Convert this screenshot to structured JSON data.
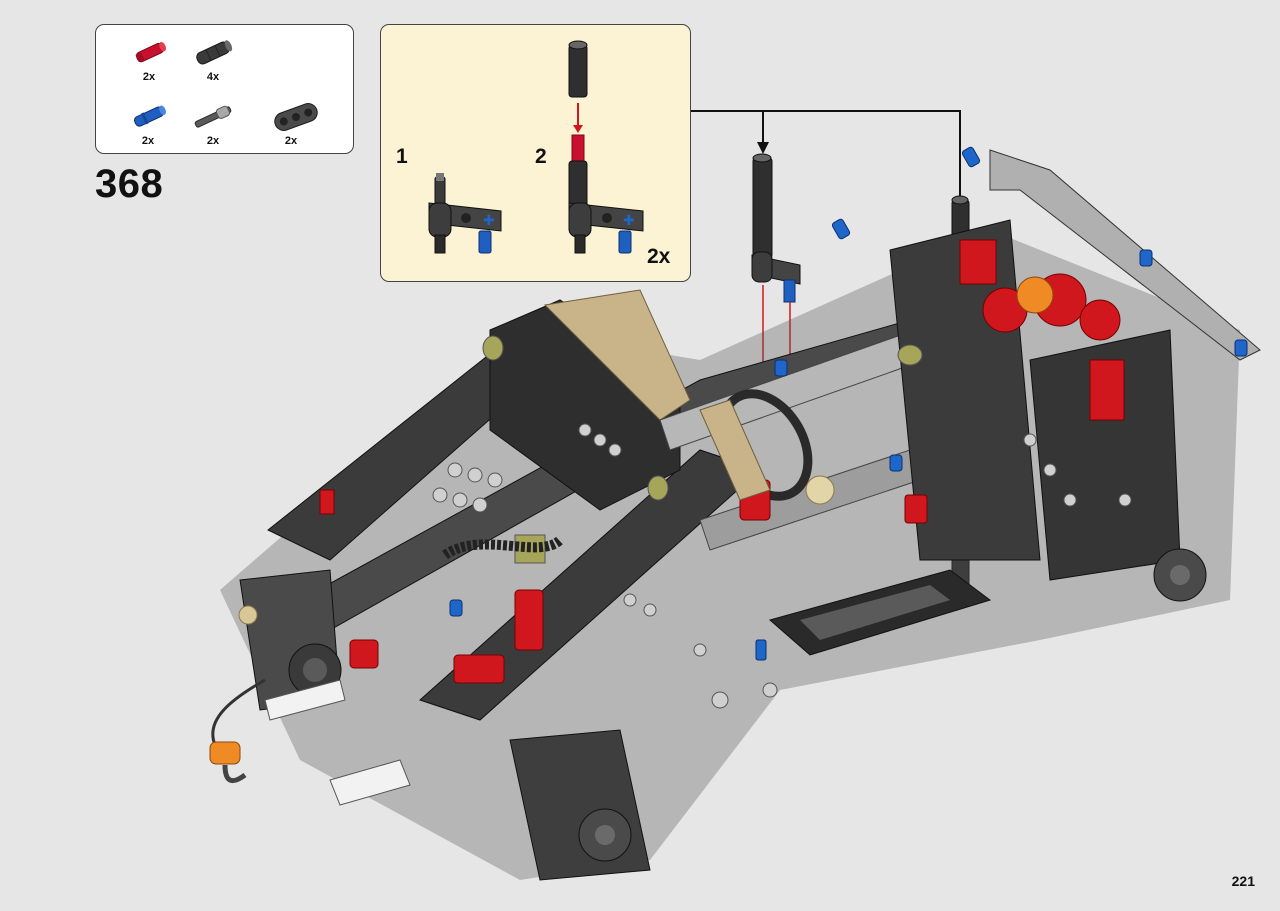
{
  "step": {
    "number": "368"
  },
  "parts": [
    {
      "qty": "2x",
      "icon": "red-axle-pin-icon",
      "color": "#c8102e"
    },
    {
      "qty": "4x",
      "icon": "dark-gray-axle-connector-icon",
      "color": "#3a3a3a"
    },
    {
      "qty": "2x",
      "icon": "blue-axle-pin-icon",
      "color": "#1f5fbf"
    },
    {
      "qty": "2x",
      "icon": "gray-axle-icon",
      "color": "#6b6b6b"
    },
    {
      "qty": "2x",
      "icon": "dark-gray-liftarm-icon",
      "color": "#4a4a4a"
    }
  ],
  "subassembly": {
    "step1_label": "1",
    "step2_label": "2",
    "multiplier": "2x",
    "background": "#fcf2d4"
  },
  "page": {
    "number": "221"
  },
  "colors": {
    "red": "#d0171e",
    "blue": "#1e66c8",
    "dark_gray": "#3c3c3c",
    "light_gray": "#b7b7b7",
    "tan": "#c9b48a",
    "olive": "#a7a55a",
    "orange": "#f08a24",
    "background": "#e6e6e6"
  }
}
